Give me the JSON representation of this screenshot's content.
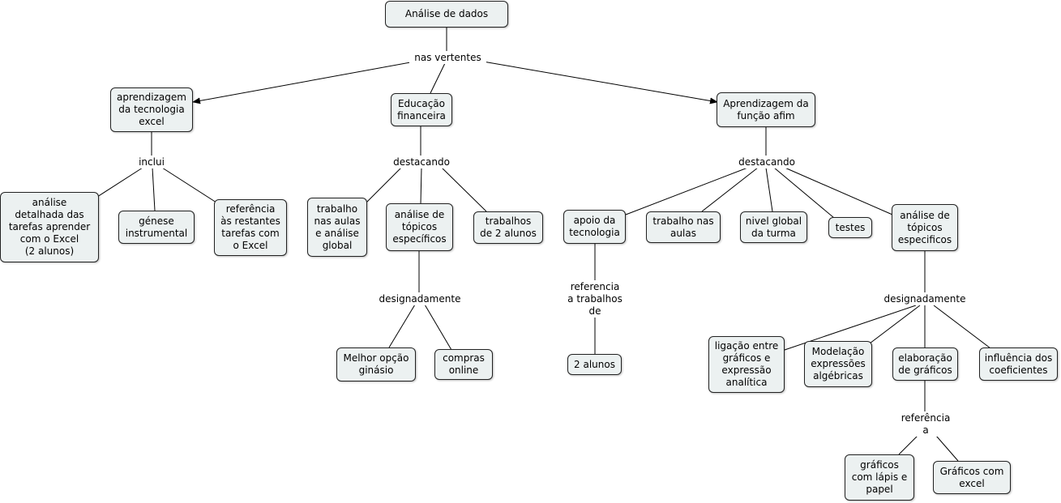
{
  "nodes": {
    "root": "Análise de dados",
    "tech": "aprendizagem\nda tecnologia\nexcel",
    "edu": "Educação\nfinanceira",
    "func": "Aprendizagem da\nfunção afim",
    "detail": "análise\ndetalhada das\ntarefas aprender\ncom o Excel\n(2 alunos)",
    "genese": "génese\ninstrumental",
    "ref_rest": "referência\nàs restantes\ntarefas com\no Excel",
    "trab_aulas_global": "trabalho\nnas aulas\ne análise\nglobal",
    "analise_edu": "análise de\ntópicos\nespecíficos",
    "trab_2alunos_edu": "trabalhos\nde 2 alunos",
    "melhor": "Melhor opção\nginásio",
    "compras": "compras\nonline",
    "apoio": "apoio da\ntecnologia",
    "trab_aulas": "trabalho nas\naulas",
    "nivel": "nivel global\nda turma",
    "testes": "testes",
    "analise_func": "análise de\ntópicos\nespecificos",
    "dois_alunos": "2 alunos",
    "ligacao": "ligação entre\ngráficos e\nexpressão\nanalítica",
    "modelacao": "Modelação\nexpressões\nalgébricas",
    "elaboracao": "elaboração\nde gráficos",
    "influencia": "influência dos\ncoeficientes",
    "lapis": "gráficos\ncom lápis e\npapel",
    "excel": "Gráficos com\nexcel"
  },
  "links": {
    "nas_vertentes": "nas vertentes",
    "inclui": "inclui",
    "destacando_edu": "destacando",
    "destacando_func": "destacando",
    "designadamente_edu": "designadamente",
    "referencia_trab": "referencia\na trabalhos\nde",
    "designadamente_func": "designadamente",
    "referencia_a": "referência\na"
  }
}
